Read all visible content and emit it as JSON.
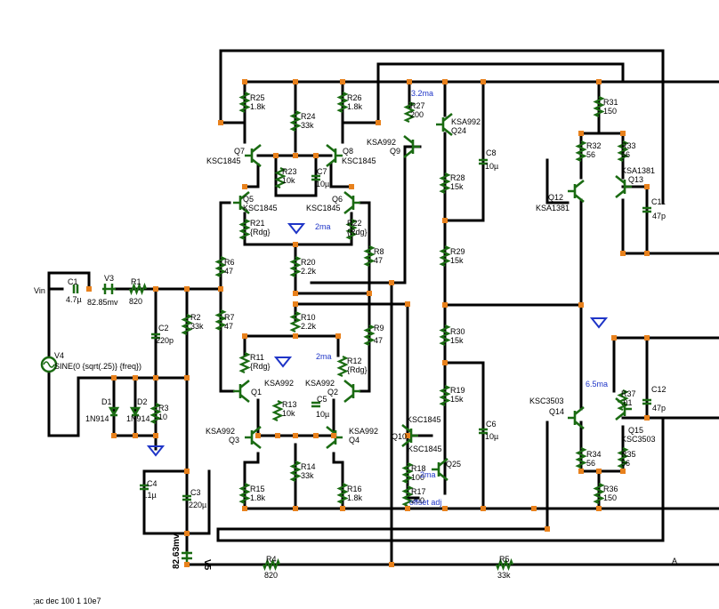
{
  "nodes": {
    "vin": "Vin",
    "a": "A"
  },
  "capacitors": [
    {
      "id": "c1",
      "ref": "C1",
      "val": "4.7µ"
    },
    {
      "id": "c2",
      "ref": "C2",
      "val": "220p"
    },
    {
      "id": "c3",
      "ref": "C3",
      "val": "220µ"
    },
    {
      "id": "c4",
      "ref": "C4",
      "val": ".1µ"
    },
    {
      "id": "c5",
      "ref": "C5",
      "val": "10µ"
    },
    {
      "id": "c6",
      "ref": "C6",
      "val": "10µ"
    },
    {
      "id": "c7",
      "ref": "C7",
      "val": "10µ"
    },
    {
      "id": "c8",
      "ref": "C8",
      "val": "10µ"
    },
    {
      "id": "c11",
      "ref": "C11",
      "val": "47p"
    },
    {
      "id": "c12",
      "ref": "C12",
      "val": "47p"
    }
  ],
  "resistors": [
    {
      "id": "r1",
      "ref": "R1",
      "val": "820"
    },
    {
      "id": "r2",
      "ref": "R2",
      "val": "33k"
    },
    {
      "id": "r3",
      "ref": "R3",
      "val": "10"
    },
    {
      "id": "r4",
      "ref": "R4",
      "val": "820"
    },
    {
      "id": "r5",
      "ref": "R5",
      "val": "33k"
    },
    {
      "id": "r6",
      "ref": "R6",
      "val": "47"
    },
    {
      "id": "r7",
      "ref": "R7",
      "val": "47"
    },
    {
      "id": "r8",
      "ref": "R8",
      "val": "47"
    },
    {
      "id": "r9",
      "ref": "R9",
      "val": "47"
    },
    {
      "id": "r10",
      "ref": "R10",
      "val": "2.2k"
    },
    {
      "id": "r11",
      "ref": "R11",
      "val": "{Rdg}"
    },
    {
      "id": "r12",
      "ref": "R12",
      "val": "{Rdg}"
    },
    {
      "id": "r13",
      "ref": "R13",
      "val": "10k"
    },
    {
      "id": "r14",
      "ref": "R14",
      "val": "33k"
    },
    {
      "id": "r15",
      "ref": "R15",
      "val": "1.8k"
    },
    {
      "id": "r16",
      "ref": "R16",
      "val": "1.8k"
    },
    {
      "id": "r17",
      "ref": "R17",
      "val": "200"
    },
    {
      "id": "r18",
      "ref": "R18",
      "val": "100"
    },
    {
      "id": "r19",
      "ref": "R19",
      "val": "15k"
    },
    {
      "id": "r20",
      "ref": "R20",
      "val": "2.2k"
    },
    {
      "id": "r21",
      "ref": "R21",
      "val": "{Rdg}"
    },
    {
      "id": "r22",
      "ref": "R22",
      "val": "{Rdg}"
    },
    {
      "id": "r23",
      "ref": "R23",
      "val": "10k"
    },
    {
      "id": "r24",
      "ref": "R24",
      "val": "33k"
    },
    {
      "id": "r25",
      "ref": "R25",
      "val": "1.8k"
    },
    {
      "id": "r26",
      "ref": "R26",
      "val": "1.8k"
    },
    {
      "id": "r27",
      "ref": "R27",
      "val": "200"
    },
    {
      "id": "r28",
      "ref": "R28",
      "val": "15k"
    },
    {
      "id": "r29",
      "ref": "R29",
      "val": "15k"
    },
    {
      "id": "r30",
      "ref": "R30",
      "val": "15k"
    },
    {
      "id": "r31",
      "ref": "R31",
      "val": "150"
    },
    {
      "id": "r32",
      "ref": "R32",
      "val": "56"
    },
    {
      "id": "r33",
      "ref": "R33",
      "val": "56"
    },
    {
      "id": "r34",
      "ref": "R34",
      "val": "56"
    },
    {
      "id": "r35",
      "ref": "R35",
      "val": "56"
    },
    {
      "id": "r36",
      "ref": "R36",
      "val": "150"
    },
    {
      "id": "r37",
      "ref": "R37",
      "val": ".01"
    }
  ],
  "transistors": [
    {
      "id": "q1",
      "ref": "Q1",
      "model": "KSA992"
    },
    {
      "id": "q2",
      "ref": "Q2",
      "model": "KSA992"
    },
    {
      "id": "q3",
      "ref": "Q3",
      "model": "KSA992"
    },
    {
      "id": "q4",
      "ref": "Q4",
      "model": "KSA992"
    },
    {
      "id": "q5",
      "ref": "Q5",
      "model": "KSC1845"
    },
    {
      "id": "q6",
      "ref": "Q6",
      "model": "KSC1845"
    },
    {
      "id": "q7",
      "ref": "Q7",
      "model": "KSC1845"
    },
    {
      "id": "q8",
      "ref": "Q8",
      "model": "KSC1845"
    },
    {
      "id": "q9",
      "ref": "Q9",
      "model": "KSA992"
    },
    {
      "id": "q10",
      "ref": "Q10",
      "model": "KSC1845"
    },
    {
      "id": "q12",
      "ref": "Q12",
      "model": "KSA1381"
    },
    {
      "id": "q13",
      "ref": "Q13",
      "model": "KSA1381"
    },
    {
      "id": "q14",
      "ref": "Q14",
      "model": "KSC3503"
    },
    {
      "id": "q15",
      "ref": "Q15",
      "model": "KSC3503"
    },
    {
      "id": "q24",
      "ref": "Q24",
      "model": "KSA992"
    },
    {
      "id": "q25",
      "ref": "Q25",
      "model": "KSC1845"
    }
  ],
  "diodes": [
    {
      "id": "d1",
      "ref": "D1",
      "model": "1N914"
    },
    {
      "id": "d2",
      "ref": "D2",
      "model": "1N914"
    }
  ],
  "sources": [
    {
      "id": "v3",
      "ref": "V3",
      "val": "82.85mv"
    },
    {
      "id": "v4",
      "ref": "V4",
      "val": "SINE(0 {sqrt(.25)} {freq})"
    },
    {
      "id": "v5",
      "ref": "V5",
      "val": "82.63mv"
    }
  ],
  "annotations": {
    "i1": "3.2ma",
    "i2": "2ma",
    "i3": "2ma",
    "i4": "6.5ma",
    "i5": "2ma",
    "offset": "offset adj"
  },
  "directive": ";ac dec 100 1 10e7",
  "colors": {
    "wire": "#000000",
    "component": "#1a6b12",
    "junction": "#e8811c",
    "annotation": "#1f35c7"
  }
}
